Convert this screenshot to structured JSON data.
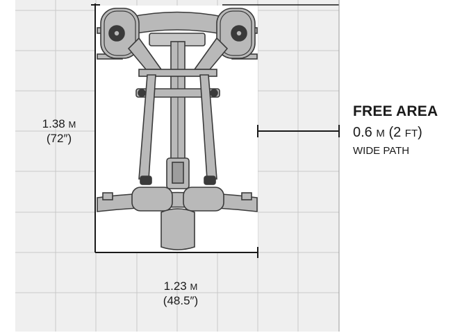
{
  "height_dim": {
    "value": "1.38",
    "unit": "M",
    "imperial": "(72″)"
  },
  "width_dim": {
    "value": "1.23",
    "unit": "M",
    "imperial": "(48.5″)"
  },
  "free_area": {
    "title": "FREE AREA",
    "value": "0.6",
    "unit": "M",
    "imperial_open": "(2",
    "imperial_unit": "FT",
    "imperial_close": ")",
    "path_label": "WIDE PATH"
  },
  "colors": {
    "grid_fill": "#efefef",
    "grid_line": "#c9c9c9",
    "machine_fill": "#b9b9b9",
    "machine_dark": "#3a3a3a",
    "dimension_line": "#1a1a1a"
  },
  "icons": [
    "dimension-arrow-icon",
    "weight-plate-icon",
    "gym-machine-icon"
  ]
}
